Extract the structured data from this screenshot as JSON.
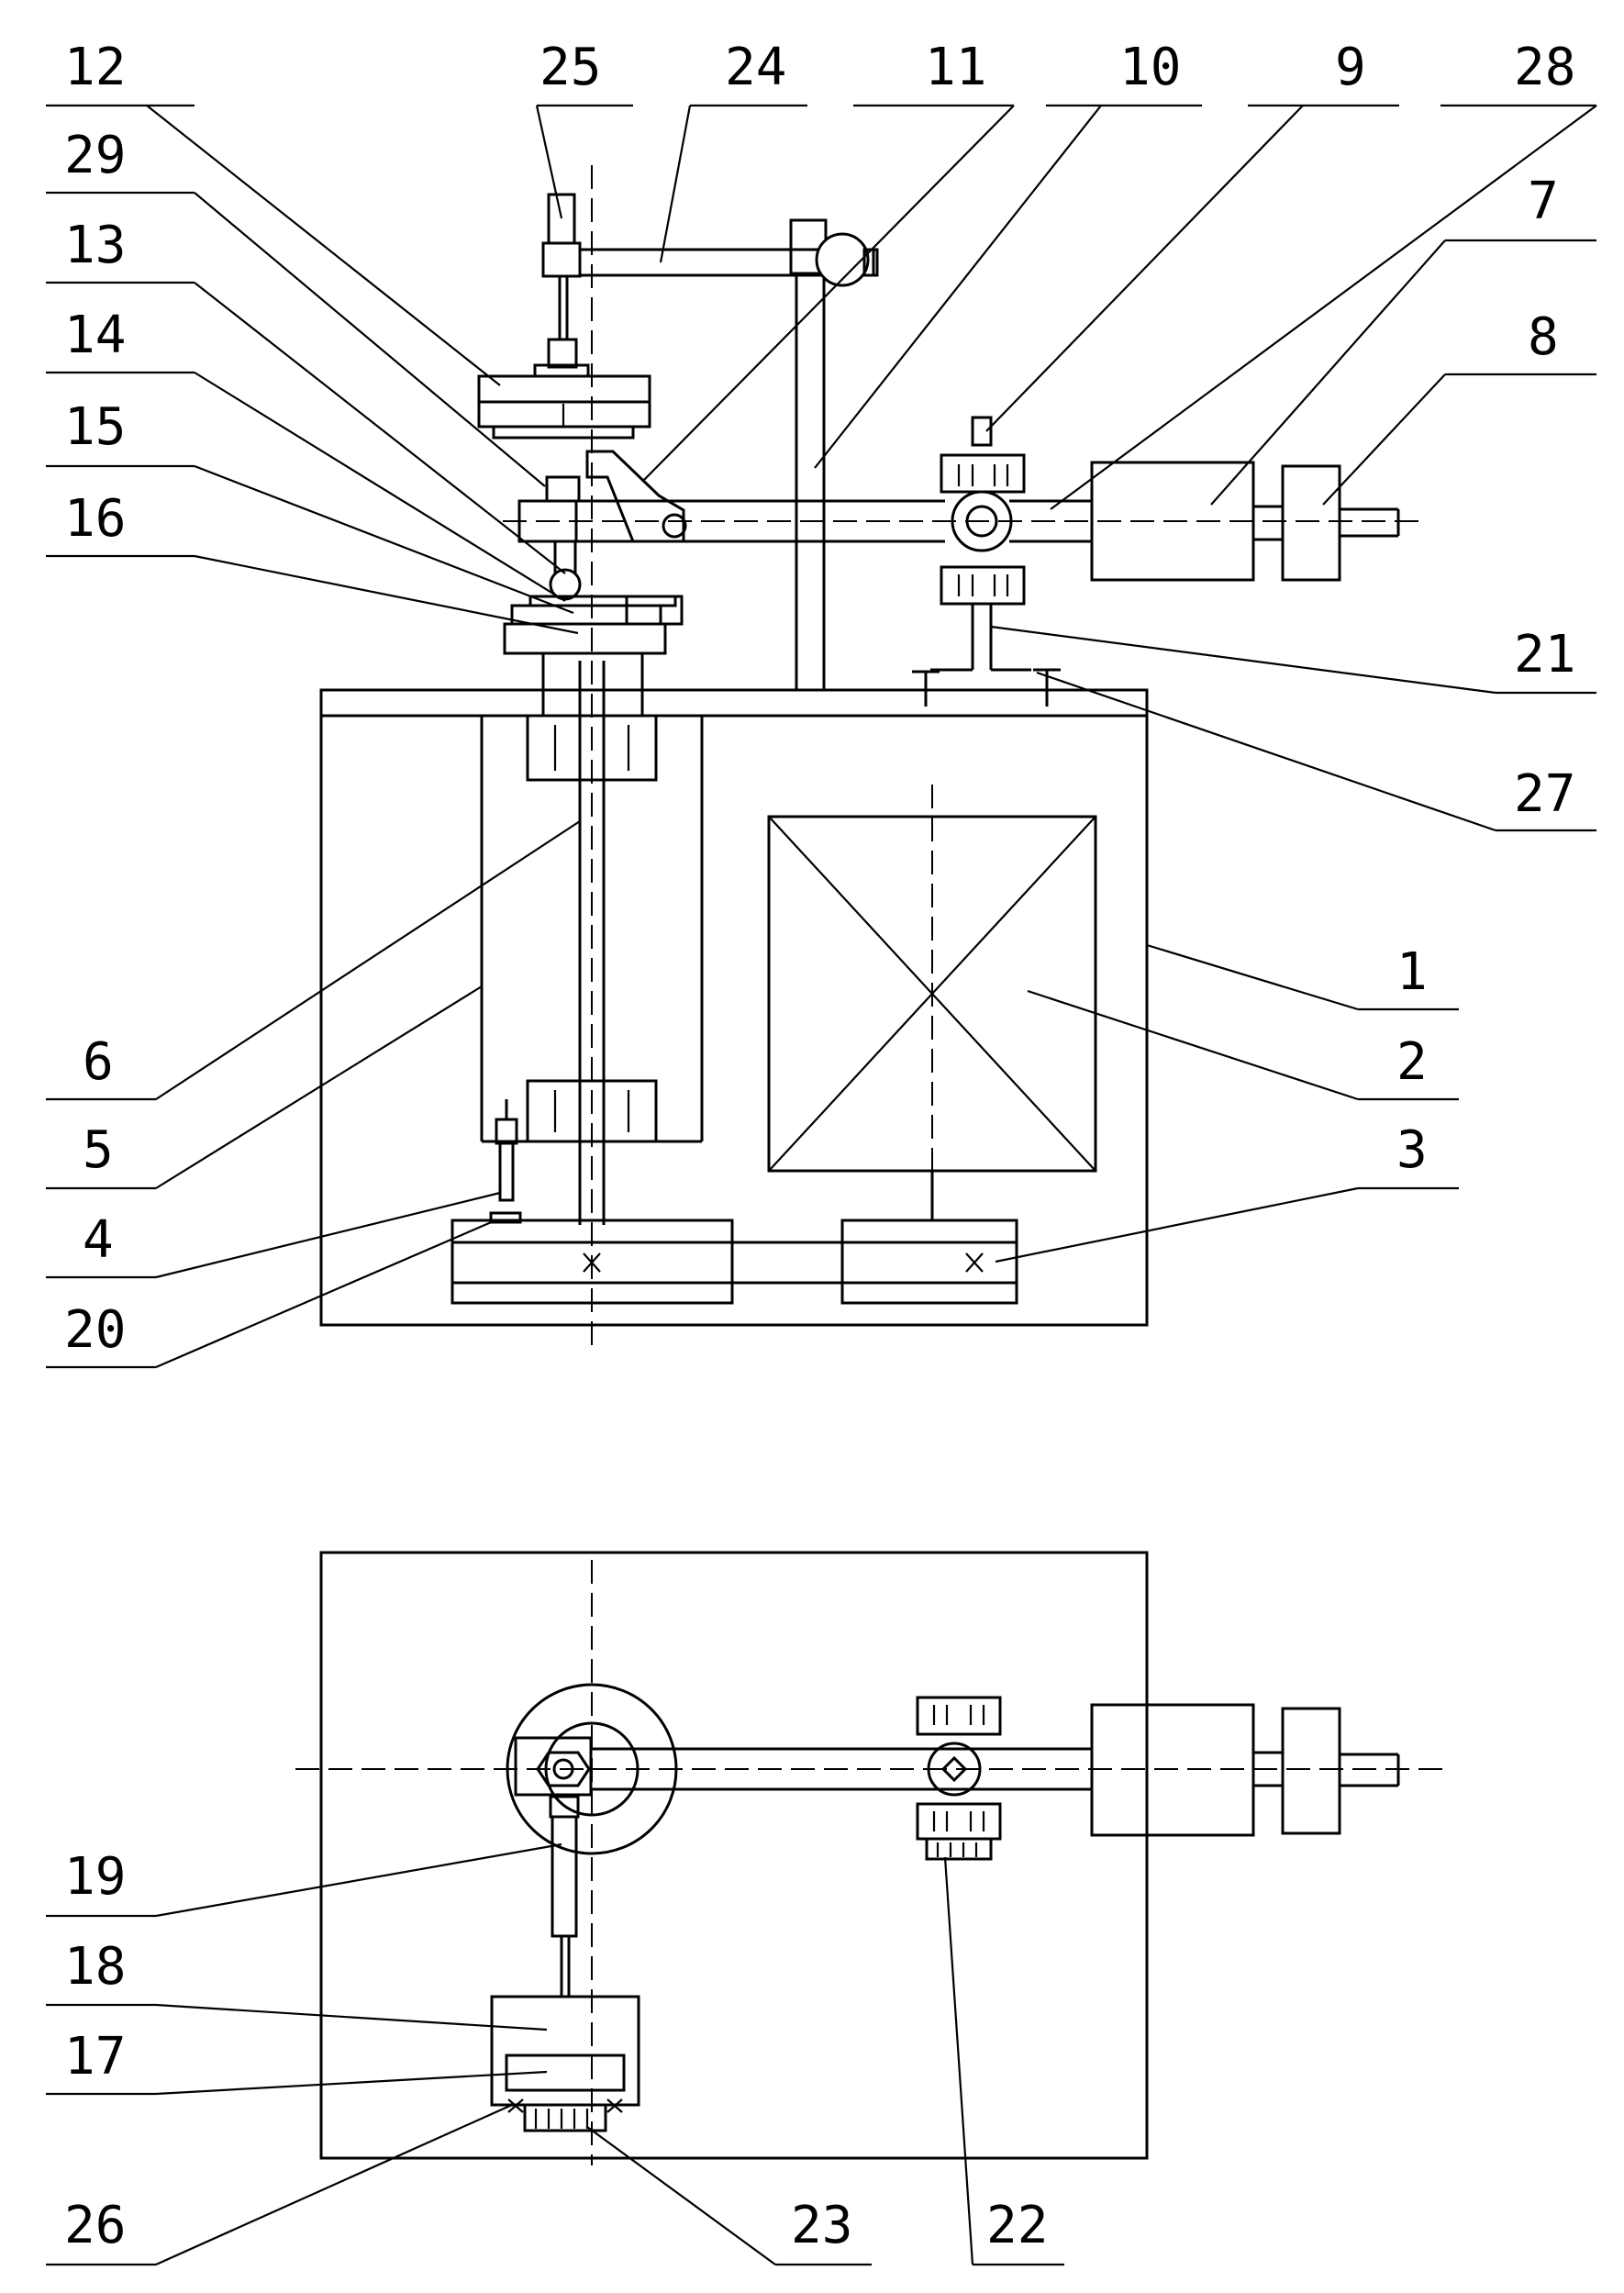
{
  "diagram": {
    "side_view_labels": [
      "1",
      "2",
      "3",
      "4",
      "5",
      "6",
      "7",
      "8",
      "9",
      "10",
      "11",
      "12",
      "13",
      "14",
      "15",
      "16",
      "20",
      "21",
      "24",
      "25",
      "27",
      "28",
      "29"
    ],
    "top_view_labels": [
      "17",
      "18",
      "19",
      "22",
      "23",
      "26"
    ]
  },
  "labels": {
    "l1": "1",
    "l2": "2",
    "l3": "3",
    "l4": "4",
    "l5": "5",
    "l6": "6",
    "l7": "7",
    "l8": "8",
    "l9": "9",
    "l10": "10",
    "l11": "11",
    "l12": "12",
    "l13": "13",
    "l14": "14",
    "l15": "15",
    "l16": "16",
    "l17": "17",
    "l18": "18",
    "l19": "19",
    "l20": "20",
    "l21": "21",
    "l22": "22",
    "l23": "23",
    "l24": "24",
    "l25": "25",
    "l26": "26",
    "l27": "27",
    "l28": "28",
    "l29": "29"
  }
}
